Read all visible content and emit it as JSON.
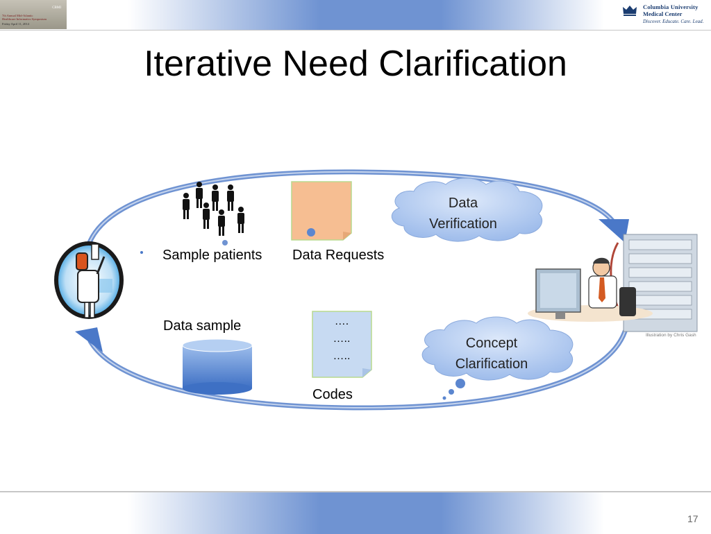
{
  "header": {
    "symposium_logo": {
      "line1": "7th Annual Mid-Atlantic\nHealthcare Informatics Symposium",
      "line2": "Friday April 11, 2014",
      "org": "CBMI"
    },
    "cu_logo": {
      "name_line1": "Columbia University",
      "name_line2": "Medical Center",
      "tagline": "Discover. Educate. Care. Lead."
    }
  },
  "slide": {
    "title": "Iterative Need Clarification",
    "page_number": "17"
  },
  "diagram": {
    "labels": {
      "sample_patients": "Sample patients",
      "data_requests": "Data Requests",
      "data_sample": "Data sample",
      "codes": "Codes"
    },
    "clouds": {
      "data_verification": {
        "line1": "Data",
        "line2": "Verification"
      },
      "concept_clarification": {
        "line1": "Concept",
        "line2": "Clarification"
      }
    },
    "codes_note": {
      "line1": "….",
      "line2": "…..",
      "line3": "….."
    },
    "credit": "Illustration by Chris Gash",
    "colors": {
      "arrow": "#6f93d2",
      "cloud": "#a9c4ee",
      "note_peach": "#f6be92",
      "note_blue": "#c7daf2",
      "cylinder": "#5d8ed6"
    }
  }
}
